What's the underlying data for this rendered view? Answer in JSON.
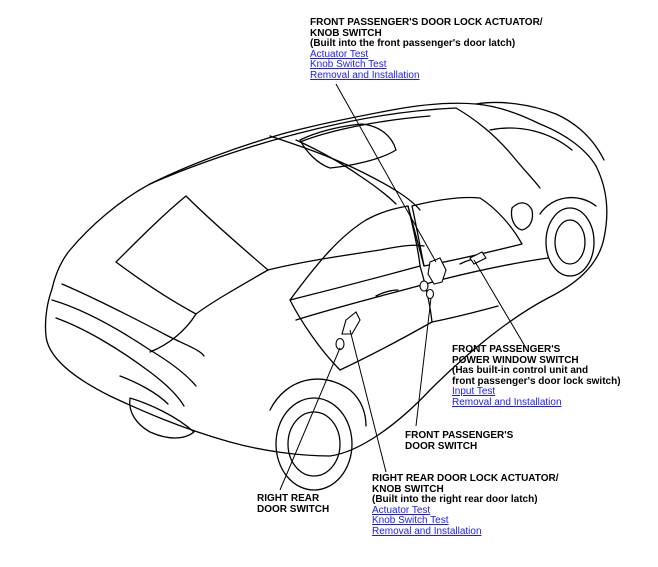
{
  "callouts": {
    "front_passenger_lock": {
      "title": [
        "FRONT PASSENGER'S DOOR LOCK ACTUATOR/",
        "KNOB SWITCH",
        "(Built into the front passenger's door latch)"
      ],
      "links": [
        "Actuator Test",
        "Knob Switch Test",
        "Removal and Installation"
      ]
    },
    "front_passenger_power_window": {
      "title": [
        "FRONT PASSENGER'S",
        "POWER WINDOW SWITCH",
        "(Has built-in control unit and",
        "front passenger's door lock switch)"
      ],
      "links": [
        "Input Test",
        "Removal and Installation"
      ]
    },
    "front_passenger_door_switch": {
      "title": [
        "FRONT PASSENGER'S",
        "DOOR SWITCH"
      ]
    },
    "right_rear_lock": {
      "title": [
        "RIGHT REAR DOOR LOCK ACTUATOR/",
        "KNOB SWITCH",
        "(Built into the right rear door latch)"
      ],
      "links": [
        "Actuator Test",
        "Knob Switch Test",
        "Removal and Installation"
      ]
    },
    "right_rear_door_switch": {
      "title": [
        "RIGHT REAR",
        "DOOR SWITCH"
      ]
    }
  },
  "colors": {
    "link": "#1a1aff",
    "line": "#000000"
  }
}
